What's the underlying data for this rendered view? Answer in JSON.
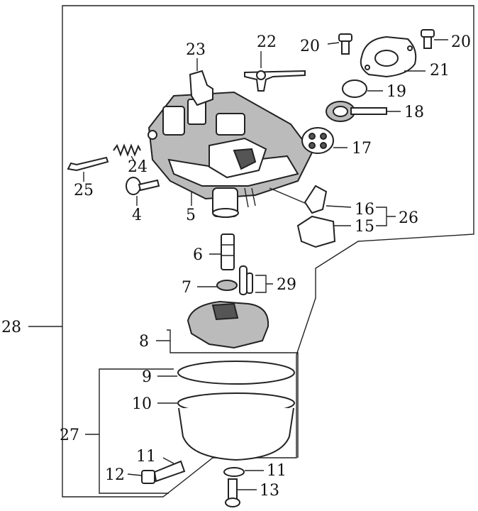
{
  "figure": {
    "type": "exploded-parts-diagram",
    "parts": [
      {
        "key": "p23",
        "label": "23"
      },
      {
        "key": "p22",
        "label": "22"
      },
      {
        "key": "p20a",
        "label": "20"
      },
      {
        "key": "p20b",
        "label": "20"
      },
      {
        "key": "p21",
        "label": "21"
      },
      {
        "key": "p19",
        "label": "19"
      },
      {
        "key": "p18",
        "label": "18"
      },
      {
        "key": "p17",
        "label": "17"
      },
      {
        "key": "p24",
        "label": "24"
      },
      {
        "key": "p25",
        "label": "25"
      },
      {
        "key": "p4",
        "label": "4"
      },
      {
        "key": "p5",
        "label": "5"
      },
      {
        "key": "p16",
        "label": "16"
      },
      {
        "key": "p15",
        "label": "15"
      },
      {
        "key": "p26",
        "label": "26"
      },
      {
        "key": "p6",
        "label": "6"
      },
      {
        "key": "p7",
        "label": "7"
      },
      {
        "key": "p29",
        "label": "29"
      },
      {
        "key": "p28",
        "label": "28"
      },
      {
        "key": "p8",
        "label": "8"
      },
      {
        "key": "p9",
        "label": "9"
      },
      {
        "key": "p10",
        "label": "10"
      },
      {
        "key": "p27",
        "label": "27"
      },
      {
        "key": "p11a",
        "label": "11"
      },
      {
        "key": "p12",
        "label": "12"
      },
      {
        "key": "p11b",
        "label": "11"
      },
      {
        "key": "p13",
        "label": "13"
      }
    ]
  }
}
